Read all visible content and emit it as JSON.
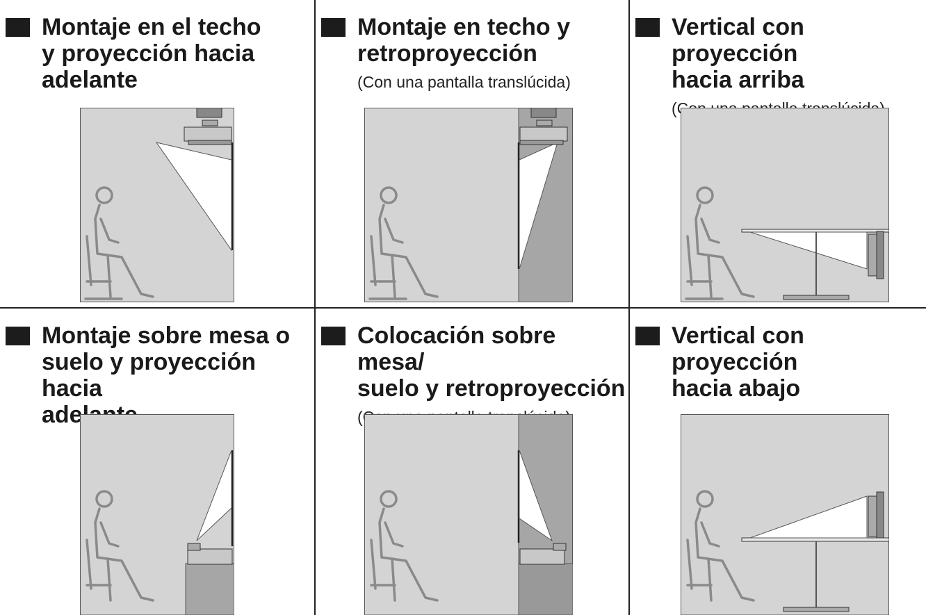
{
  "panels": [
    {
      "title": "Montaje en el techo\ny proyección hacia\nadelante",
      "note": ""
    },
    {
      "title": "Montaje en techo y\nretroproyección",
      "note": "(Con una pantalla translúcida)"
    },
    {
      "title": "Vertical con proyección\nhacia arriba",
      "note": "(Con una pantalla translúcida)"
    },
    {
      "title": "Montaje sobre mesa o\nsuelo y proyección hacia\nadelante",
      "note": ""
    },
    {
      "title": "Colocación sobre mesa/\nsuelo y retroproyección",
      "note": "(Con una pantalla translúcida)"
    },
    {
      "title": "Vertical con proyección\nhacia abajo",
      "note": ""
    }
  ],
  "colors": {
    "room": "#d4d4d4",
    "rear_room": "#a6a6a6",
    "outline": "#555555",
    "figure": "#8a8a8a",
    "beam": "#ffffff"
  },
  "icons": [
    "bullet-square-icon",
    "room-illustration"
  ]
}
